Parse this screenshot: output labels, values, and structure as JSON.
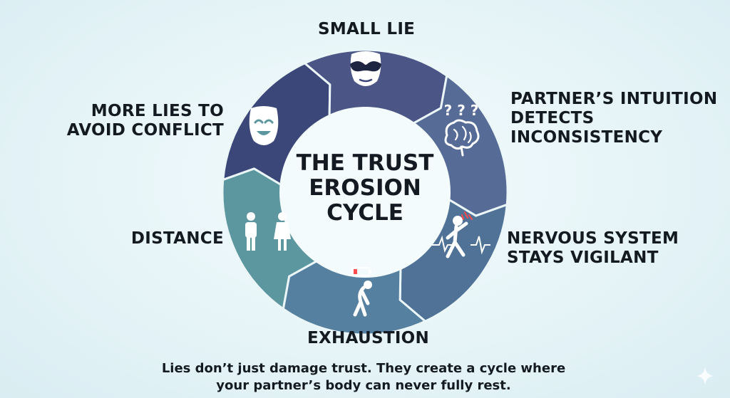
{
  "diagram": {
    "center_title": [
      "THE TRUST",
      "EROSION",
      "CYCLE"
    ],
    "stages": [
      {
        "id": "small-lie",
        "lines": [
          "SMALL LIE"
        ],
        "icon": "mask-icon",
        "color": "#3b4778"
      },
      {
        "id": "partner-intuition",
        "lines": [
          "PARTNER’S INTUITION",
          "DETECTS",
          "INCONSISTENCY"
        ],
        "icon": "brain-icon",
        "color": "#4b5687"
      },
      {
        "id": "nervous-system",
        "lines": [
          "NERVOUS SYSTEM",
          "STAYS VIGILANT"
        ],
        "icon": "alert-person-icon",
        "color": "#566b96"
      },
      {
        "id": "exhaustion",
        "lines": [
          "EXHAUSTION"
        ],
        "icon": "tired-person-icon",
        "color": "#4f7296"
      },
      {
        "id": "distance",
        "lines": [
          "DISTANCE"
        ],
        "icon": "people-icon",
        "color": "#56809f"
      },
      {
        "id": "more-lies",
        "lines": [
          "MORE LIES TO",
          "AVOID CONFLICT"
        ],
        "icon": "smiling-mask-icon",
        "color": "#5c969f"
      }
    ],
    "icon_glyphs": {
      "question_marks": "? ? ?"
    }
  },
  "caption": [
    "Lies don’t just damage trust. They create a cycle where",
    "your partner’s body can never fully rest."
  ],
  "colors": {
    "background": "#e6f4f7",
    "text": "#141a22",
    "icon": "#ffffff"
  }
}
